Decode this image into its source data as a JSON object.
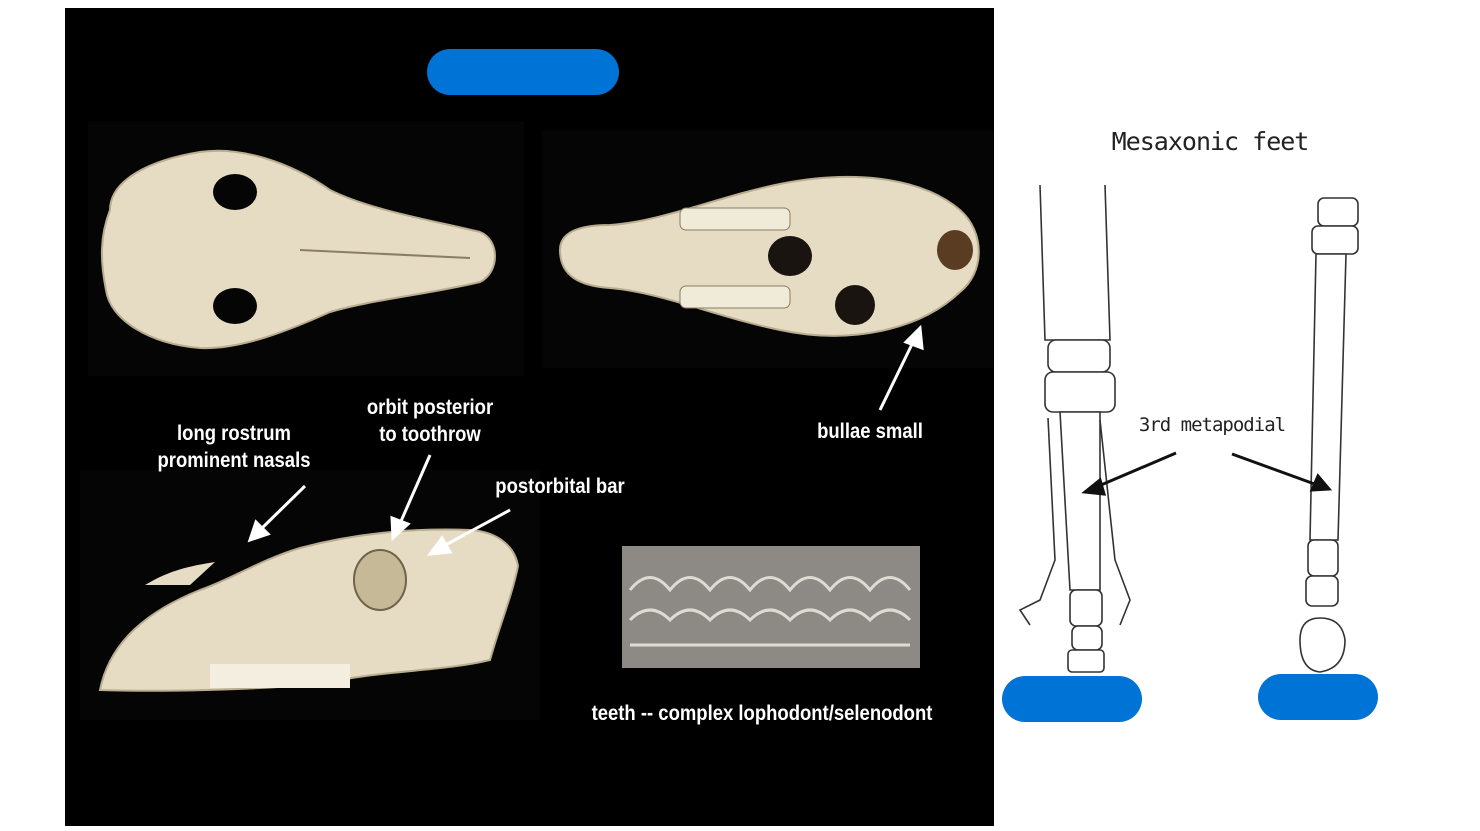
{
  "left_panel": {
    "labels": {
      "long_rostrum": "long rostrum",
      "prominent_nasals": "prominent nasals",
      "orbit_posterior": "orbit posterior",
      "to_toothrow": "to toothrow",
      "postorbital_bar": "postorbital bar",
      "bullae_small": "bullae small",
      "teeth": "teeth -- complex lophodont/selenodont"
    },
    "colors": {
      "background": "#000000",
      "label": "#ffffff",
      "bone": "#e6dcc4",
      "pill": "#0073d7"
    }
  },
  "right_panel": {
    "title": "Mesaxonic feet",
    "metapodial_label": "3rd metapodial",
    "colors": {
      "background": "#ffffff",
      "line": "#222222",
      "pill": "#0073d7"
    }
  }
}
